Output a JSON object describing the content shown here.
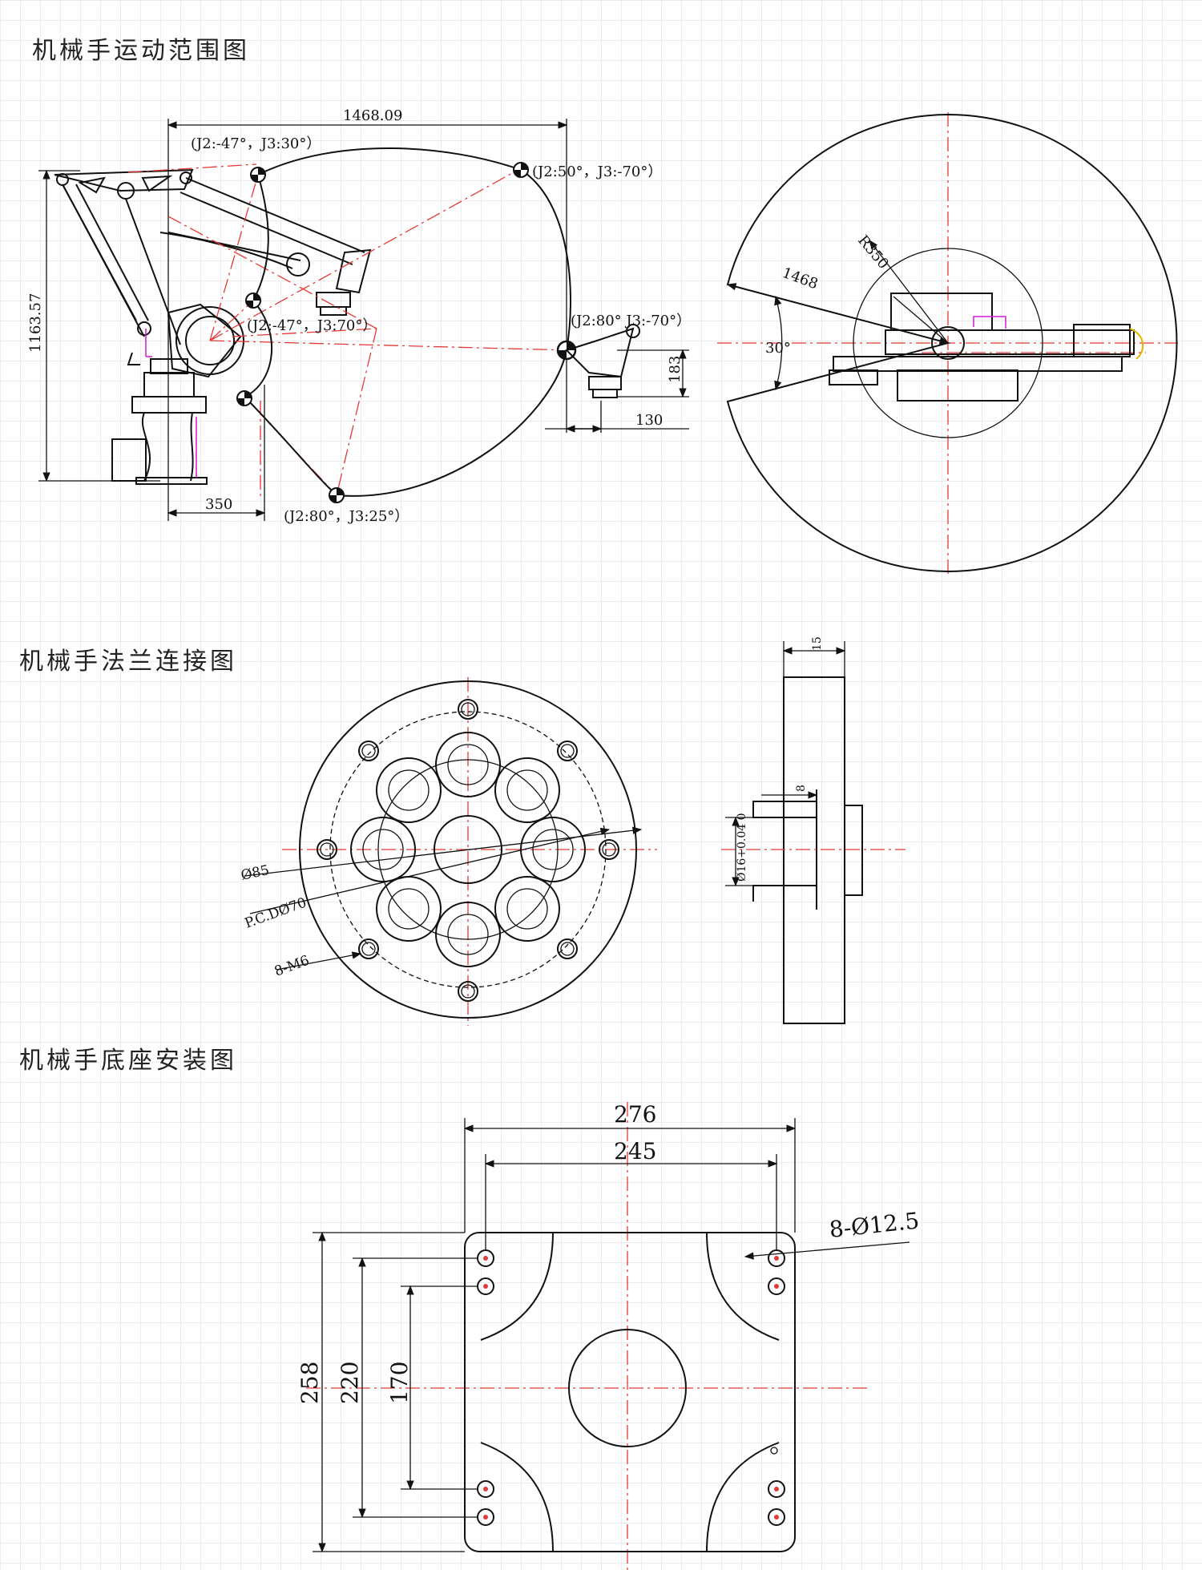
{
  "headings": {
    "motion_range": "机械手运动范围图",
    "flange": "机械手法兰连接图",
    "base": "机械手底座安装图"
  },
  "motion": {
    "dim_span": "1468.09",
    "dim_height": "1163.57",
    "dim_base": "350",
    "dim_wrist_h": "183",
    "dim_wrist_w": "130",
    "pose_1": "(J2:-47°，J3:30°）",
    "pose_2": "(J2:50°，J3:-70°）",
    "pose_3": "(J2:-47°，J3:70°）",
    "pose_4": "(J2:80°  J3:-70°）",
    "pose_5": "(J2:80°，J3:25°）",
    "top_radius": "1468",
    "top_inner": "R350",
    "top_angle": "30°"
  },
  "flange": {
    "dim_outer": "Ø85",
    "dim_pcd": "P.C.DØ70",
    "dim_holes": "8-M6",
    "dim_thick": "15",
    "dim_depth": "8",
    "dim_bore": "Ø16+0.04 0"
  },
  "base": {
    "dim_276": "276",
    "dim_245": "245",
    "dim_258": "258",
    "dim_220": "220",
    "dim_170": "170",
    "dim_holes": "8-Ø12.5"
  },
  "colors": {
    "center_line": "#e53935",
    "highlight": "#d11ad1",
    "accent": "#e2b400"
  }
}
